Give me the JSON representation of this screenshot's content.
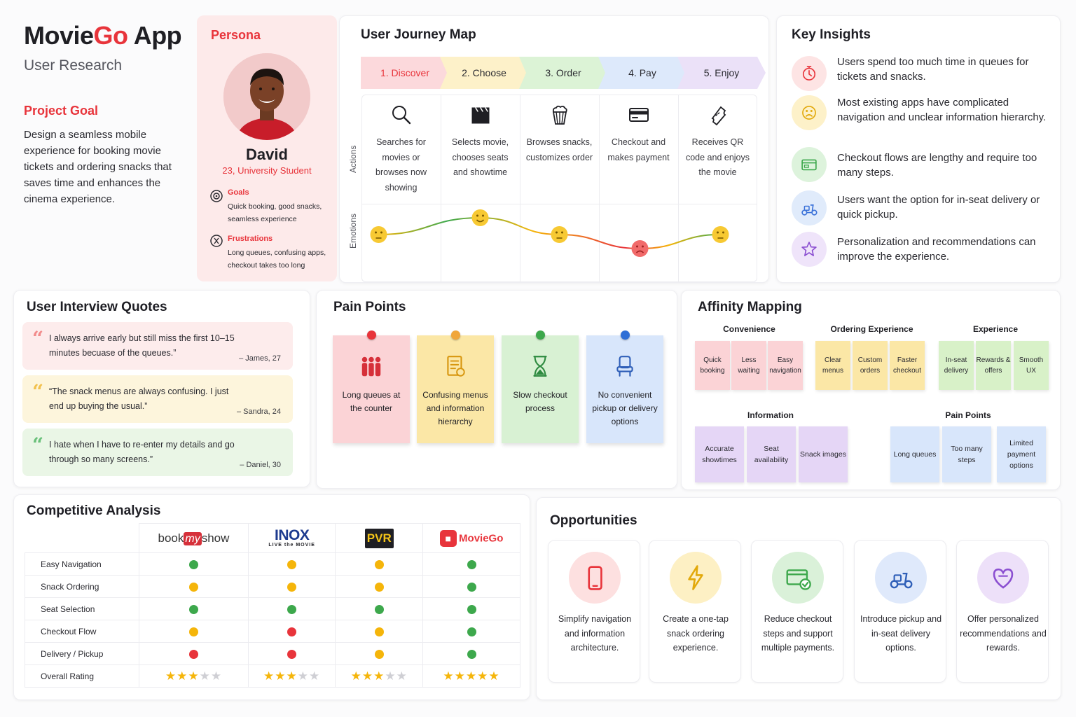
{
  "header": {
    "title_main": "MovieGo",
    "title_brand_part": "Go",
    "title_prefix": "Movie",
    "title_suffix": " App",
    "subtitle": "User Research",
    "goal_title": "Project Goal",
    "goal_text": "Design a seamless mobile experience for booking movie tickets and ordering snacks that saves time and enhances the cinema experience."
  },
  "persona": {
    "label": "Persona",
    "name": "David",
    "age_role": "23, University Student",
    "goals_title": "Goals",
    "goals_text": "Quick booking, good snacks, seamless experience",
    "frustrations_title": "Frustrations",
    "frustrations_text": "Long queues, confusing apps, checkout takes too long"
  },
  "journey": {
    "title": "User Journey Map",
    "actions_label": "Actions",
    "emotions_label": "Emotions",
    "stages": [
      {
        "label": "1. Discover",
        "color": "#fcd9dc",
        "text_color": "#e8343b",
        "action": "Searches for movies or browses now showing",
        "icon": "search-icon",
        "emotion": "neutral"
      },
      {
        "label": "2. Choose",
        "color": "#fdf1c9",
        "text_color": "#2a2a30",
        "action": "Selects movie, chooses seats and showtime",
        "icon": "clapperboard-icon",
        "emotion": "happy"
      },
      {
        "label": "3. Order",
        "color": "#dcf3d6",
        "text_color": "#2a2a30",
        "action": "Browses snacks, customizes order",
        "icon": "popcorn-icon",
        "emotion": "neutral"
      },
      {
        "label": "4. Pay",
        "color": "#dde9fb",
        "text_color": "#2a2a30",
        "action": "Checkout and makes payment",
        "icon": "credit-card-icon",
        "emotion": "sad"
      },
      {
        "label": "5. Enjoy",
        "color": "#ebe1f8",
        "text_color": "#2a2a30",
        "action": "Receives QR code and enjoys the movie",
        "icon": "ticket-icon",
        "emotion": "neutral"
      }
    ]
  },
  "insights": {
    "title": "Key Insights",
    "items": [
      {
        "text": "Users spend too much time in queues for tickets and snacks.",
        "icon": "timer-icon",
        "color": "#fde4e4",
        "stroke": "#e8343b"
      },
      {
        "text": "Most existing apps have complicated navigation and unclear information hierarchy.",
        "icon": "frown-face-icon",
        "color": "#fdf1c9",
        "stroke": "#e2a90b"
      },
      {
        "text": "Checkout flows are lengthy and require too many steps.",
        "icon": "card-checkout-icon",
        "color": "#ddf3dc",
        "stroke": "#3da84c"
      },
      {
        "text": "Users want the option for in-seat delivery or quick pickup.",
        "icon": "scooter-icon",
        "color": "#e0ebfb",
        "stroke": "#3b72d9"
      },
      {
        "text": "Personalization and recommendations can improve the experience.",
        "icon": "star-icon",
        "color": "#efe4fa",
        "stroke": "#8b4fd1"
      }
    ]
  },
  "quotes": {
    "title": "User Interview Quotes",
    "items": [
      {
        "text": "I always arrive early but still miss the first 10–15 minutes becuase of the queues.”",
        "by": "– James, 27",
        "bg": "#fdecec",
        "mark": "#f28b8b"
      },
      {
        "text": "“The snack menus are always confusing. I just end up buying the usual.”",
        "by": "– Sandra, 24",
        "bg": "#fdf5dc",
        "mark": "#f2c14e"
      },
      {
        "text": "I hate when I have to re-enter my details and go through so many screens.”",
        "by": "– Daniel, 30",
        "bg": "#eaf6e6",
        "mark": "#69c07a"
      }
    ]
  },
  "pain_points": {
    "title": "Pain Points",
    "items": [
      {
        "text": "Long queues at the counter",
        "icon": "queue-people-icon",
        "bg": "#fbd3d6",
        "pin": "#e8343b",
        "stroke": "#d6303a"
      },
      {
        "text": "Confusing menus and information hierarchy",
        "icon": "document-menu-icon",
        "bg": "#fbe7a6",
        "pin": "#f0a63a",
        "stroke": "#d7960e"
      },
      {
        "text": "Slow checkout process",
        "icon": "hourglass-icon",
        "bg": "#d8f1d3",
        "pin": "#3da84c",
        "stroke": "#2e8b40"
      },
      {
        "text": "No convenient pickup or delivery options",
        "icon": "seat-icon",
        "bg": "#d8e6fb",
        "pin": "#2f6fd6",
        "stroke": "#2f5fb8"
      }
    ]
  },
  "affinity": {
    "title": "Affinity Mapping",
    "groups": [
      {
        "heading": "Convenience",
        "color": "#fbd3d6",
        "notes": [
          "Quick booking",
          "Less waiting",
          "Easy navigation"
        ]
      },
      {
        "heading": "Ordering Experience",
        "color": "#fbe7a6",
        "notes": [
          "Clear menus",
          "Custom orders",
          "Faster checkout"
        ]
      },
      {
        "heading": "Experience",
        "color": "#d8f1c8",
        "notes": [
          "In-seat delivery",
          "Rewards & offers",
          "Smooth UX"
        ]
      },
      {
        "heading": "Information",
        "color": "#e5d6f6",
        "notes": [
          "Accurate showtimes",
          "Seat availability",
          "Snack images"
        ]
      },
      {
        "heading": "Pain Points",
        "color": "#d8e6fb",
        "notes": [
          "Long queues",
          "Too many steps",
          "Limited payment options"
        ]
      }
    ]
  },
  "competitive": {
    "title": "Competitive Analysis",
    "brands": [
      {
        "name": "bookmyshow",
        "parts": [
          "book",
          "my",
          "show"
        ]
      },
      {
        "name": "INOX",
        "tagline": "LIVE the MOVIE"
      },
      {
        "name": "PVR"
      },
      {
        "name": "MovieGo"
      }
    ],
    "rows": [
      {
        "label": "Easy Navigation",
        "values": [
          "green",
          "yellow",
          "yellow",
          "green"
        ]
      },
      {
        "label": "Snack Ordering",
        "values": [
          "yellow",
          "yellow",
          "yellow",
          "green"
        ]
      },
      {
        "label": "Seat Selection",
        "values": [
          "green",
          "green",
          "green",
          "green"
        ]
      },
      {
        "label": "Checkout Flow",
        "values": [
          "yellow",
          "red",
          "yellow",
          "green"
        ]
      },
      {
        "label": "Delivery / Pickup",
        "values": [
          "red",
          "red",
          "yellow",
          "green"
        ]
      }
    ],
    "rating_label": "Overall Rating",
    "ratings": [
      3,
      3,
      3,
      5
    ],
    "rating_max": 5,
    "colors": {
      "green": "#3da84c",
      "yellow": "#f5b50a",
      "red": "#e8343b"
    }
  },
  "opportunities": {
    "title": "Opportunities",
    "items": [
      {
        "text": "Simplify navigation and information architecture.",
        "icon": "smartphone-icon",
        "bg": "#fde0e0",
        "stroke": "#e8343b"
      },
      {
        "text": "Create a one-tap snack ordering experience.",
        "icon": "lightning-icon",
        "bg": "#fdf0c4",
        "stroke": "#e2a90b"
      },
      {
        "text": "Reduce checkout steps and support multiple payments.",
        "icon": "card-check-icon",
        "bg": "#daf1d9",
        "stroke": "#3da84c"
      },
      {
        "text": "Introduce pickup and in-seat delivery options.",
        "icon": "scooter-icon",
        "bg": "#dfe9fb",
        "stroke": "#2f5fb8"
      },
      {
        "text": "Offer personalized recommendations and rewards.",
        "icon": "gift-heart-icon",
        "bg": "#ede0f9",
        "stroke": "#8b4fd1"
      }
    ]
  }
}
